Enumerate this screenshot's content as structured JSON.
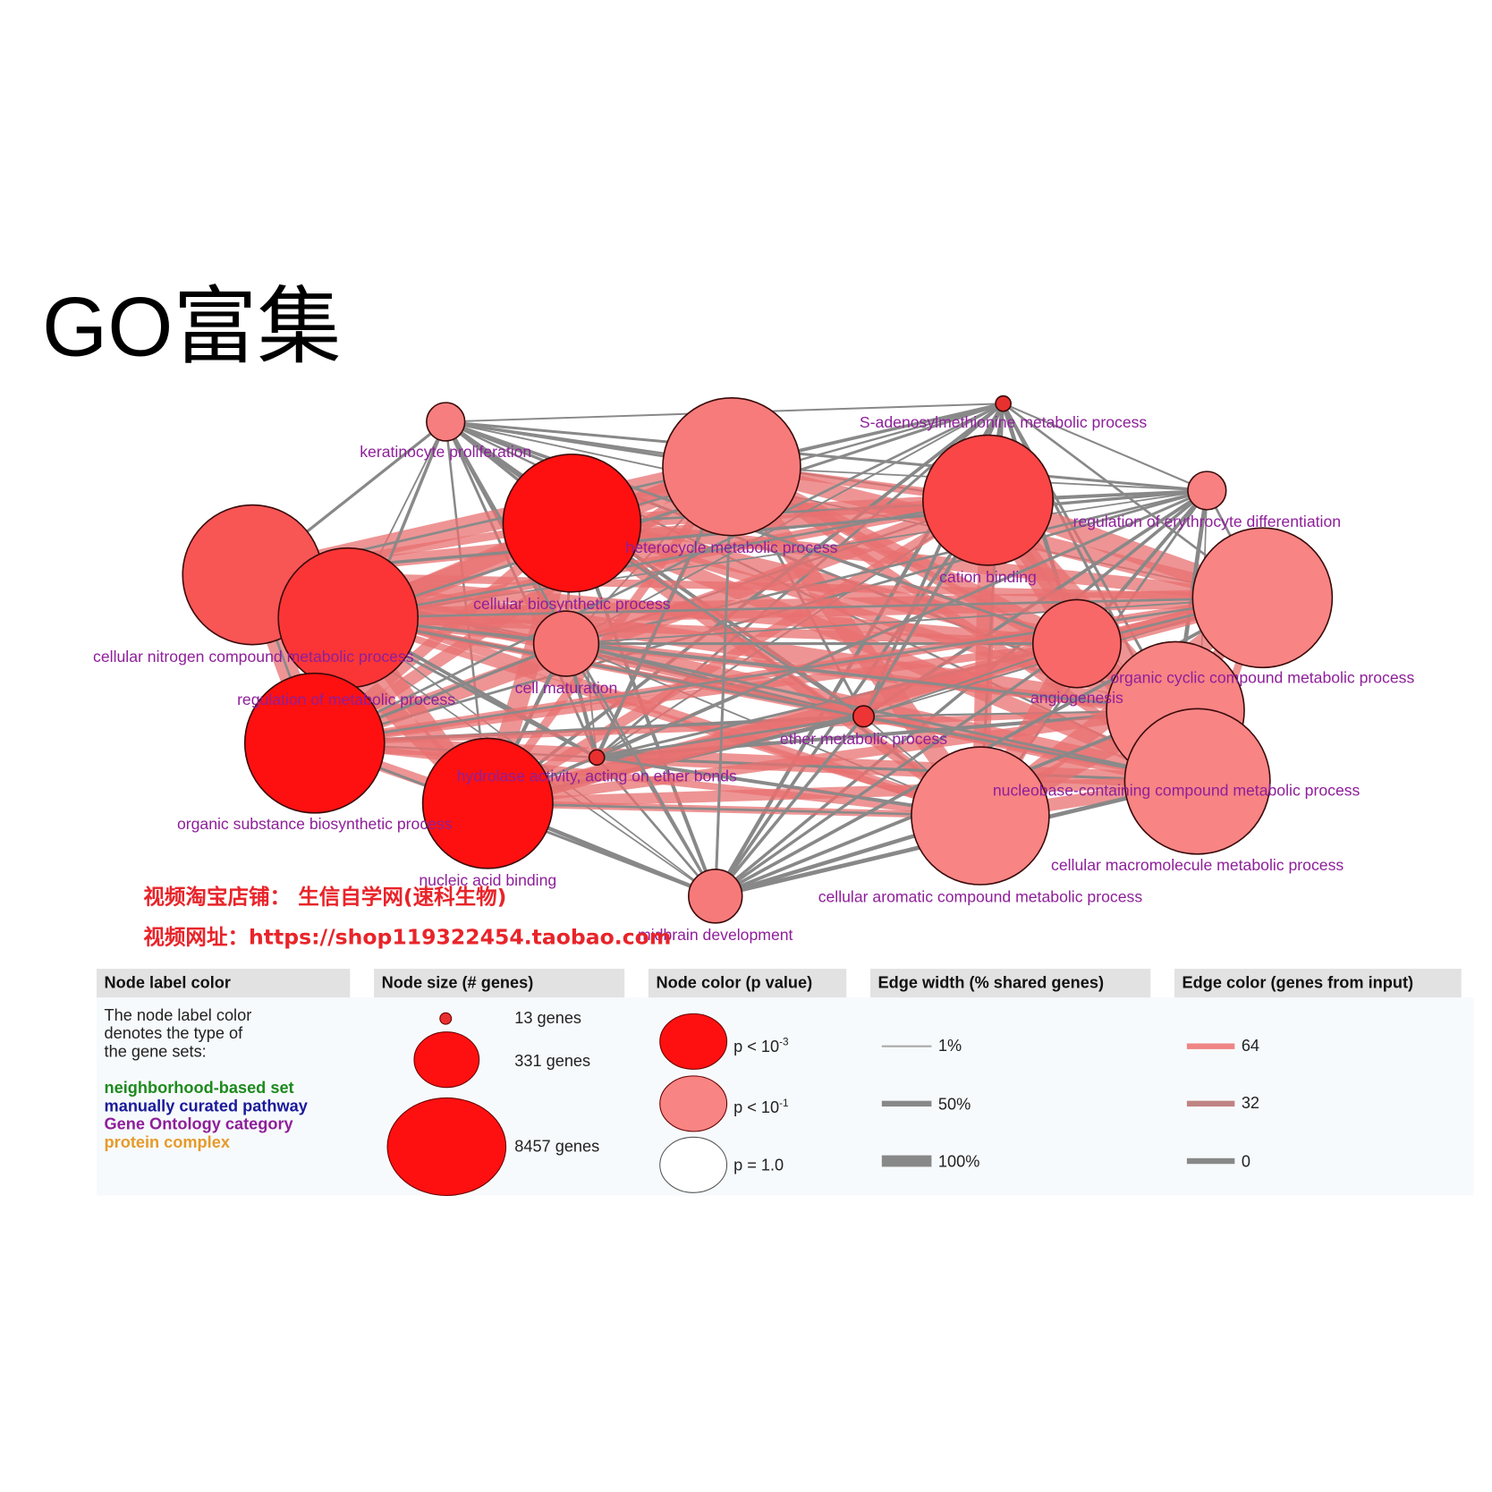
{
  "title": "GO富集",
  "network": {
    "label_color": "#8e1f9a",
    "nodes": [
      {
        "id": "keratinocyte",
        "label": "keratinocyte proliferation",
        "fill": "#f67e7e"
      },
      {
        "id": "heterocycle",
        "label": "heterocycle metabolic process",
        "fill": "#f77b7b"
      },
      {
        "id": "biosynthetic",
        "label": "cellular biosynthetic process",
        "fill": "#ff1010"
      },
      {
        "id": "sadenosyl",
        "label": "S-adenosylmethionine metabolic process",
        "fill": "#e8302e"
      },
      {
        "id": "cation",
        "label": "cation binding",
        "fill": "#fa4646"
      },
      {
        "id": "erythrocyte",
        "label": "regulation of erythrocyte differentiation",
        "fill": "#f88080"
      },
      {
        "id": "leftbig",
        "label": "",
        "fill": "#f85555"
      },
      {
        "id": "nitrogen",
        "label": "cellular nitrogen compound metabolic process",
        "fill": "#fb3535"
      },
      {
        "id": "maturation",
        "label": "cell maturation",
        "fill": "#f77474"
      },
      {
        "id": "regmetab",
        "label": "regulation of metabolic process",
        "fill": "#ff1010"
      },
      {
        "id": "hydrolase",
        "label": "hydrolase activity, acting on ether bonds",
        "fill": "#e8302e"
      },
      {
        "id": "nucleic",
        "label": "nucleic acid binding",
        "fill": "#ff1010"
      },
      {
        "id": "ether",
        "label": "ether metabolic process",
        "fill": "#ee3535"
      },
      {
        "id": "angio",
        "label": "angiogenesis",
        "fill": "#f96868"
      },
      {
        "id": "orgcyclic",
        "label": "organic cyclic compound metabolic process",
        "fill": "#f88484"
      },
      {
        "id": "nucleobase",
        "label": "nucleobase-containing compound metabolic process",
        "fill": "#f88484"
      },
      {
        "id": "macromol",
        "label": "cellular macromolecule metabolic process",
        "fill": "#f88484"
      },
      {
        "id": "aromatic",
        "label": "cellular aromatic compound metabolic process",
        "fill": "#f88484"
      },
      {
        "id": "midbrain",
        "label": "midbrain development",
        "fill": "#f77a7a"
      }
    ],
    "organic_label": "organic substance biosynthetic process",
    "edge_colors": {
      "high": "#e87070",
      "low": "#888888"
    }
  },
  "watermark": {
    "line1": "视频淘宝店铺：  生信自学网(速科生物)",
    "line2": "视频网址：https://shop119322454.taobao.com"
  },
  "legend": {
    "label_color": {
      "header": "Node label color",
      "desc": [
        "The node label color",
        "denotes the type of",
        "the gene sets:"
      ],
      "types": [
        {
          "label": "neighborhood-based set",
          "color": "#1e8a1e"
        },
        {
          "label": "manually curated pathway",
          "color": "#1a1a9a"
        },
        {
          "label": "Gene Ontology category",
          "color": "#8e1f9a"
        },
        {
          "label": "protein complex",
          "color": "#e69a2a"
        }
      ]
    },
    "node_size": {
      "header": "Node size (# genes)",
      "items": [
        "13 genes",
        "331 genes",
        "8457 genes"
      ]
    },
    "node_color": {
      "header": "Node color (p value)",
      "items": [
        {
          "base": "p < 10",
          "exp": "-3",
          "fill": "#ff1010"
        },
        {
          "base": "p < 10",
          "exp": "-1",
          "fill": "#f88484"
        },
        {
          "base": "p = 1.0",
          "exp": "",
          "fill": "#ffffff"
        }
      ]
    },
    "edge_width": {
      "header": "Edge width (% shared genes)",
      "items": [
        "1%",
        "50%",
        "100%"
      ]
    },
    "edge_color": {
      "header": "Edge color (genes from input)",
      "items": [
        {
          "label": "64",
          "color": "#ef8585"
        },
        {
          "label": "32",
          "color": "#c08383"
        },
        {
          "label": "0",
          "color": "#888888"
        }
      ]
    }
  }
}
